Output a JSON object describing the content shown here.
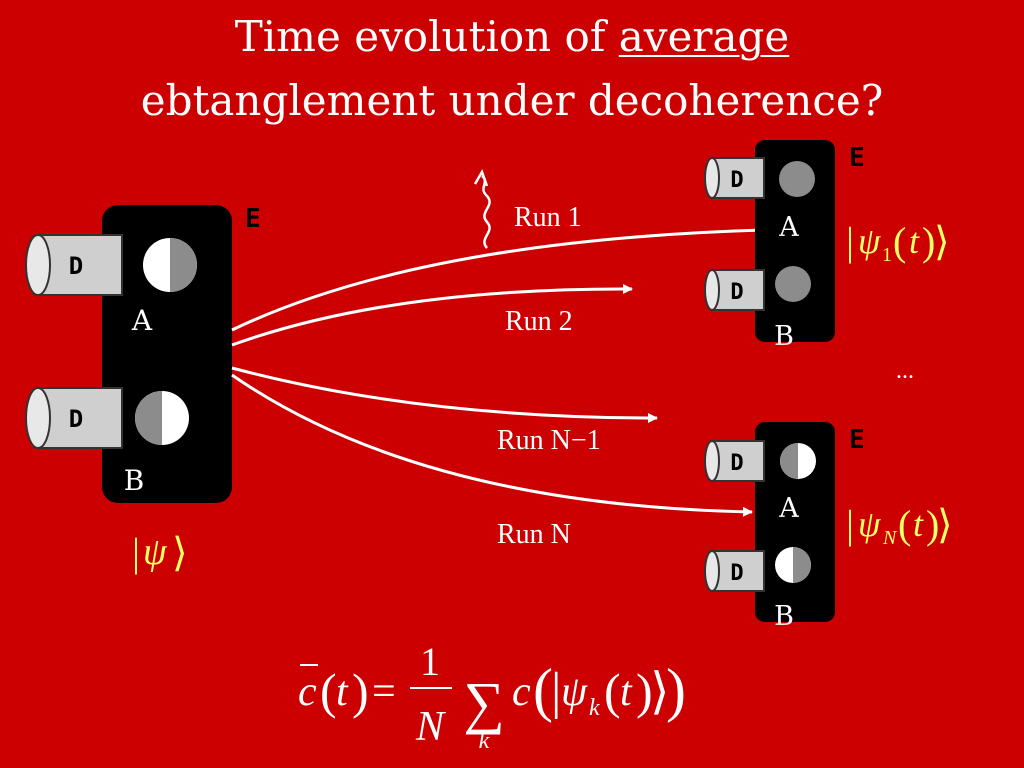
{
  "slide": {
    "title_before": "Time evolution of",
    "title_emphasis": "average",
    "title_line2": "ebtanglement under decoherence?"
  },
  "source": {
    "env_label": "E",
    "detector_label": "D",
    "qubit_a": "A",
    "qubit_b": "B",
    "state_symbol": "ψ"
  },
  "runs": [
    {
      "label": "Run 1"
    },
    {
      "label": "Run 2"
    },
    {
      "label": "Run N−1"
    },
    {
      "label": "Run N"
    }
  ],
  "targets": [
    {
      "env_label": "E",
      "detector_label": "D",
      "qubit_a": "A",
      "qubit_b": "B",
      "psi": "ψ",
      "psi_sub": "1",
      "time": "t"
    },
    {
      "env_label": "E",
      "detector_label": "D",
      "qubit_a": "A",
      "qubit_b": "B",
      "psi": "ψ",
      "psi_sub": "N",
      "time": "t"
    }
  ],
  "ellipsis": "...",
  "formula": {
    "lhs_var": "c",
    "lhs_arg": "t",
    "equals": "=",
    "numerator": "1",
    "denominator": "N",
    "sum": "∑",
    "sum_index": "k",
    "term_var": "c",
    "term_psi": "ψ",
    "term_sub": "k",
    "term_arg": "t"
  },
  "colors": {
    "background": "#cc0000",
    "box": "#000000",
    "state_text": "#ffff66",
    "qubit_gray": "#8c8c8c",
    "detector_fill": "#cfcfcf"
  }
}
